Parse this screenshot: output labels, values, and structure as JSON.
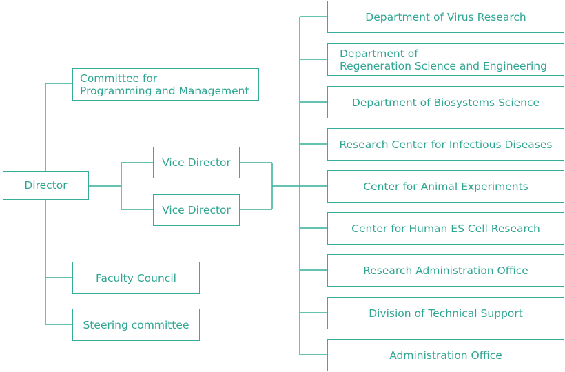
{
  "colors": {
    "line": "#36ad98",
    "text": "#2fa592",
    "background": "#ffffff"
  },
  "nodes": {
    "director": "Director",
    "committee_programming": "Committee for\nProgramming and Management",
    "vice_director_1": "Vice Director",
    "vice_director_2": "Vice Director",
    "faculty_council": "Faculty Council",
    "steering_committee": "Steering committee"
  },
  "departments": [
    "Department of Virus Research",
    "Department of\nRegeneration Science and Engineering",
    "Department of Biosystems Science",
    "Research Center for Infectious Diseases",
    "Center for Animal Experiments",
    "Center for Human ES Cell Research",
    "Research Administration Office",
    "Division of Technical Support",
    "Administration Office"
  ]
}
